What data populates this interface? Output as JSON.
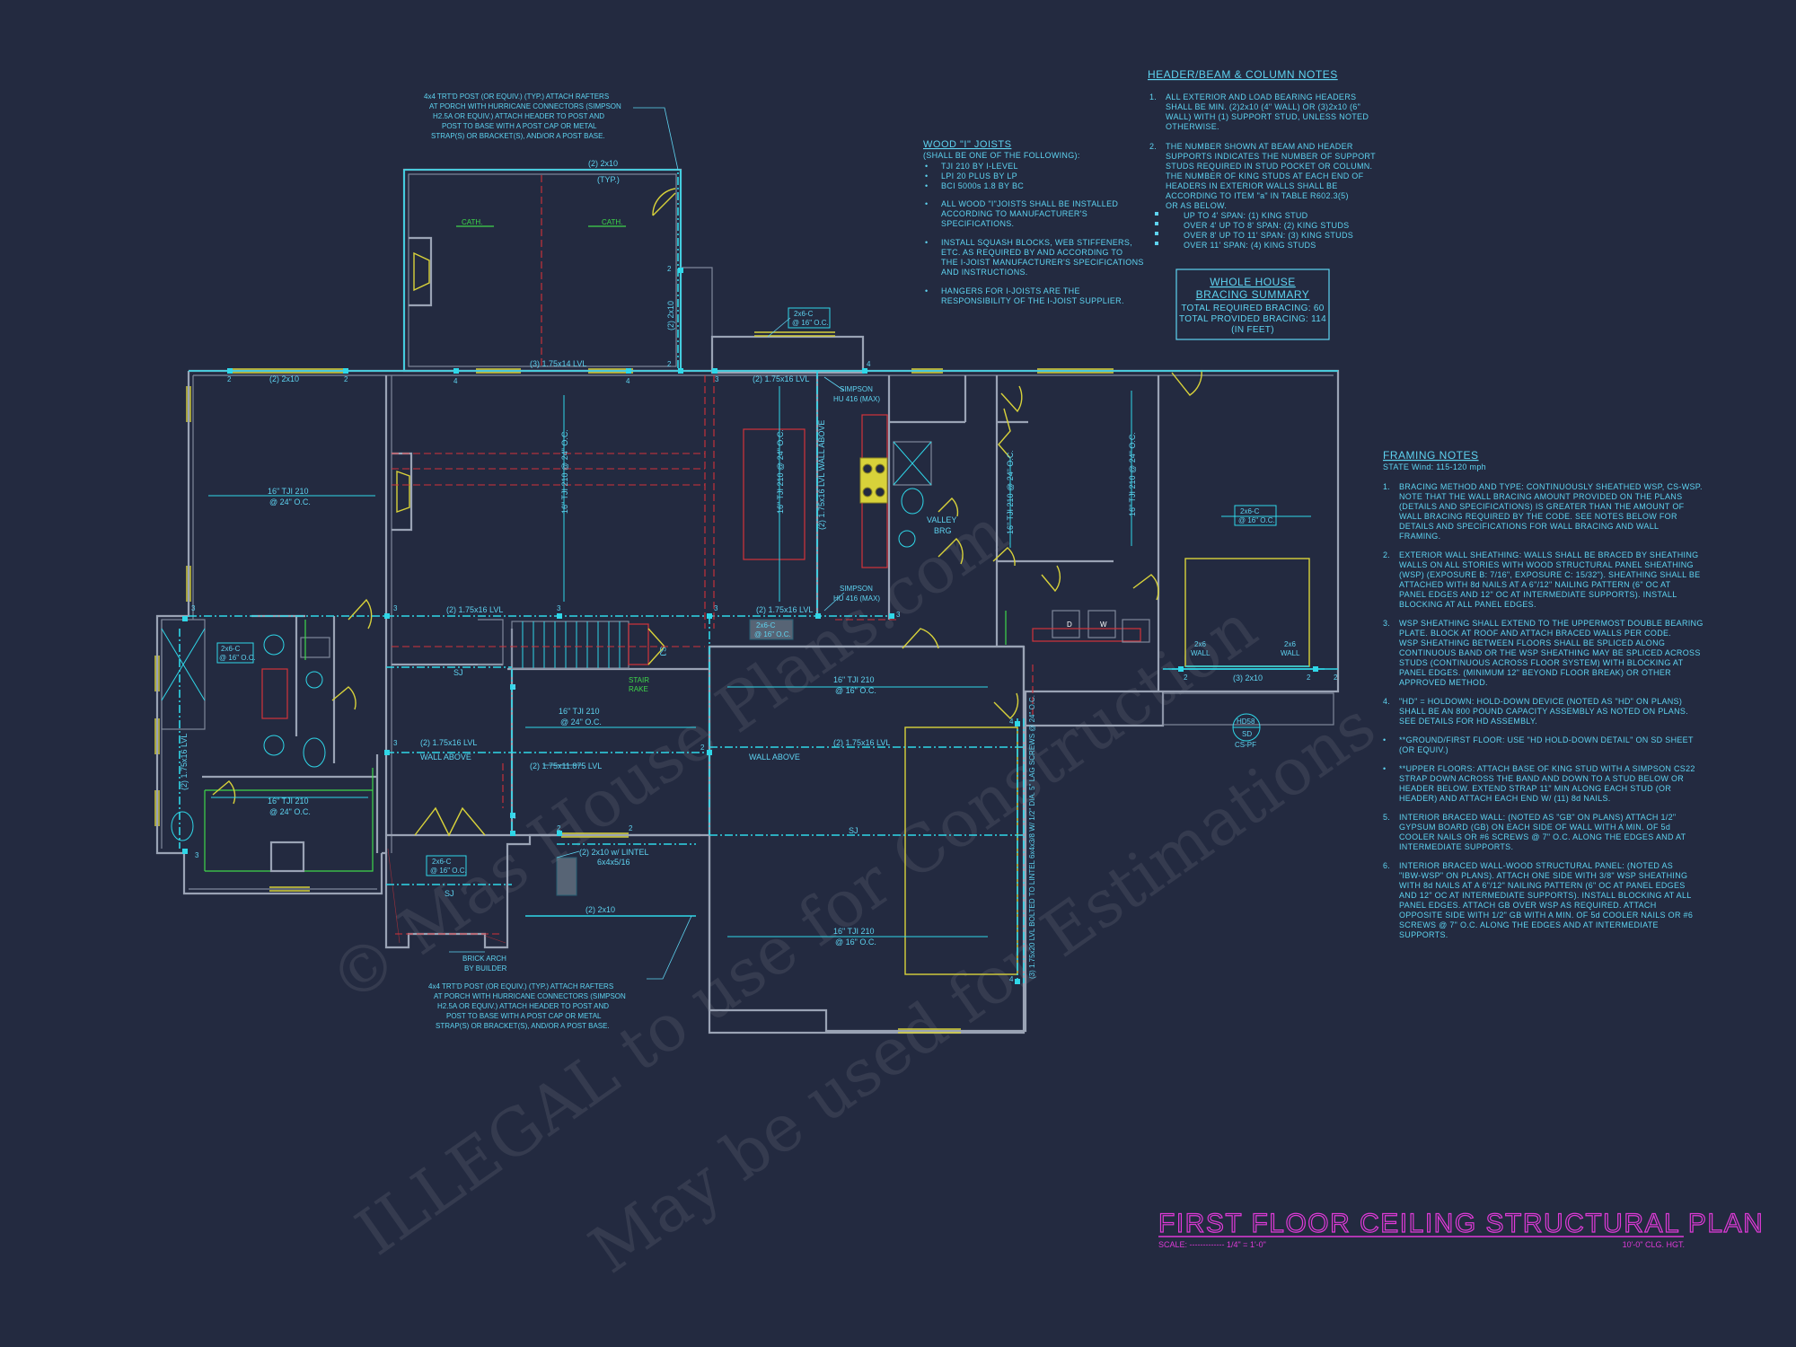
{
  "title_block": {
    "title": "FIRST FLOOR CEILING STRUCTURAL PLAN",
    "scale_label": "SCALE: ------------- 1/4\" = 1'-0\"",
    "ceiling_height": "10'-0\" CLG. HGT."
  },
  "watermark": {
    "line1": "© Mas House Plans.com",
    "line2": "ILLEGAL to use for Construction",
    "line3": "May be used for Estimations"
  },
  "header_notes": {
    "heading": "HEADER/BEAM & COLUMN NOTES",
    "items": [
      {
        "num": "1.",
        "lines": [
          "ALL EXTERIOR AND LOAD BEARING HEADERS",
          "SHALL BE MIN. (2)2x10 (4\" WALL) OR (3)2x10 (6\"",
          "WALL) WITH (1) SUPPORT STUD, UNLESS NOTED",
          "OTHERWISE."
        ]
      },
      {
        "num": "2.",
        "lines": [
          "THE NUMBER SHOWN AT BEAM AND HEADER",
          "SUPPORTS INDICATES THE NUMBER OF SUPPORT",
          "STUDS REQUIRED IN STUD POCKET OR COLUMN.",
          "THE NUMBER OF KING STUDS AT EACH END OF",
          "HEADERS IN EXTERIOR WALLS SHALL BE",
          "ACCORDING TO ITEM \"a\" IN TABLE R602.3(5)",
          "OR AS BELOW."
        ]
      }
    ],
    "bullets": [
      "UP TO 4' SPAN: (1) KING STUD",
      "OVER 4' UP TO 8' SPAN: (2) KING STUDS",
      "OVER 8' UP TO 11' SPAN: (3) KING STUDS",
      "OVER 11' SPAN: (4) KING STUDS"
    ]
  },
  "bracing_summary": {
    "heading1": "WHOLE HOUSE",
    "heading2": "BRACING SUMMARY",
    "line1": "TOTAL REQUIRED BRACING: 60",
    "line2": "TOTAL PROVIDED BRACING: 114",
    "line3": "(IN FEET)"
  },
  "joist_notes": {
    "heading": "WOOD \"I\" JOISTS",
    "sub": "(SHALL BE ONE OF THE FOLLOWING):",
    "options": [
      "TJI 210 BY I-LEVEL",
      "LPI 20 PLUS BY LP",
      "BCI 5000s 1.8 BY BC"
    ],
    "items": [
      [
        "ALL WOOD \"I\"JOISTS SHALL BE INSTALLED",
        "ACCORDING TO MANUFACTURER'S",
        "SPECIFICATIONS."
      ],
      [
        "INSTALL SQUASH BLOCKS, WEB STIFFENERS,",
        "ETC. AS REQUIRED BY AND ACCORDING TO",
        "THE I-JOIST MANUFACTURER'S SPECIFICATIONS",
        "AND INSTRUCTIONS."
      ],
      [
        "HANGERS FOR I-JOISTS ARE THE",
        "RESPONSIBILITY OF THE I-JOIST SUPPLIER."
      ]
    ]
  },
  "framing_notes": {
    "heading": "FRAMING NOTES",
    "sub": "STATE Wind: 115-120 mph",
    "items": [
      {
        "num": "1.",
        "lines": [
          "BRACING METHOD AND TYPE: CONTINUOUSLY SHEATHED WSP, CS-WSP.",
          "NOTE THAT THE WALL BRACING AMOUNT PROVIDED ON THE PLANS",
          "(DETAILS AND SPECIFICATIONS) IS GREATER THAN THE AMOUNT OF",
          "WALL BRACING REQUIRED BY THE CODE. SEE NOTES BELOW FOR",
          "DETAILS AND SPECIFICATIONS FOR WALL BRACING AND WALL",
          "FRAMING."
        ]
      },
      {
        "num": "2.",
        "lines": [
          "EXTERIOR WALL SHEATHING: WALLS SHALL BE BRACED BY SHEATHING",
          "WALLS ON ALL STORIES WITH WOOD STRUCTURAL PANEL SHEATHING",
          "(WSP) (EXPOSURE B: 7/16\", EXPOSURE C: 15/32\"). SHEATHING SHALL BE",
          "ATTACHED WITH 8d NAILS AT A 6\"/12\" NAILING PATTERN (6\" OC AT",
          "PANEL EDGES AND 12\" OC AT INTERMEDIATE SUPPORTS). INSTALL",
          "BLOCKING AT ALL PANEL EDGES."
        ]
      },
      {
        "num": "3.",
        "lines": [
          "WSP SHEATHING SHALL EXTEND TO THE UPPERMOST DOUBLE BEARING",
          "PLATE. BLOCK AT ROOF AND ATTACH BRACED WALLS PER CODE.",
          "WSP SHEATHING BETWEEN FLOORS SHALL BE SPLICED ALONG",
          "CONTINUOUS BAND OR THE WSP SHEATHING MAY BE SPLICED ACROSS",
          "STUDS (CONTINUOUS ACROSS FLOOR SYSTEM) WITH BLOCKING AT",
          "PANEL EDGES. (MINIMUM 12\" BEYOND FLOOR BREAK) OR OTHER",
          "APPROVED METHOD."
        ]
      },
      {
        "num": "4.",
        "lines": [
          "\"HD\" = HOLDOWN: HOLD-DOWN DEVICE (NOTED AS \"HD\" ON PLANS)",
          "SHALL BE AN 800 POUND CAPACITY ASSEMBLY AS NOTED ON PLANS.",
          "SEE DETAILS FOR HD ASSEMBLY."
        ]
      },
      {
        "num": "•",
        "lines": [
          "**GROUND/FIRST FLOOR: USE \"HD HOLD-DOWN DETAIL\" ON SD SHEET",
          "(OR EQUIV.)"
        ]
      },
      {
        "num": "•",
        "lines": [
          "**UPPER FLOORS: ATTACH BASE OF KING STUD WITH A SIMPSON CS22",
          "STRAP DOWN ACROSS THE BAND AND DOWN TO A STUD BELOW OR",
          "HEADER BELOW. EXTEND STRAP 11\" MIN ALONG EACH STUD (OR",
          "HEADER) AND ATTACH EACH END W/ (11) 8d NAILS."
        ]
      },
      {
        "num": "5.",
        "lines": [
          "INTERIOR BRACED WALL: (NOTED AS \"GB\" ON PLANS) ATTACH 1/2\"",
          "GYPSUM BOARD (GB) ON EACH SIDE OF WALL WITH A MIN. OF 5d",
          "COOLER NAILS OR #6 SCREWS @ 7\" O.C. ALONG THE EDGES AND AT",
          "INTERMEDIATE SUPPORTS."
        ]
      },
      {
        "num": "6.",
        "lines": [
          "INTERIOR BRACED WALL-WOOD STRUCTURAL PANEL: (NOTED AS",
          "\"IBW-WSP\" ON PLANS). ATTACH ONE SIDE WITH 3/8\" WSP SHEATHING",
          "WITH 8d NAILS AT A 6\"/12\" NAILING PATTERN (6\" OC AT PANEL EDGES",
          "AND 12\" OC AT INTERMEDIATE SUPPORTS). INSTALL BLOCKING AT ALL",
          "PANEL EDGES. ATTACH GB OVER WSP AS REQUIRED. ATTACH",
          "OPPOSITE SIDE WITH 1/2\" GB WITH A MIN. OF 5d COOLER NAILS OR #6",
          "SCREWS @ 7\" O.C. ALONG THE EDGES AND AT INTERMEDIATE",
          "SUPPORTS."
        ]
      }
    ]
  },
  "porch_notes": {
    "top": [
      "4x4 TRT'D POST (OR EQUIV.) (TYP.) ATTACH RAFTERS",
      "AT PORCH WITH HURRICANE CONNECTORS (SIMPSON",
      "H2.5A OR EQUIV.) ATTACH HEADER TO POST AND",
      "POST TO BASE WITH A POST CAP OR METAL",
      "STRAP(S) OR BRACKET(S), AND/OR A POST BASE."
    ],
    "bottom": [
      "4x4 TRT'D POST (OR EQUIV.) (TYP.) ATTACH RAFTERS",
      "AT PORCH WITH HURRICANE CONNECTORS (SIMPSON",
      "H2.5A OR EQUIV.) ATTACH HEADER TO POST AND",
      "POST TO BASE WITH A POST CAP OR METAL",
      "STRAP(S) OR BRACKET(S), AND/OR A POST BASE."
    ],
    "brick": [
      "BRICK ARCH",
      "BY BUILDER"
    ]
  },
  "plan_labels": {
    "two_2x10_typ": "(2) 2x10",
    "typ": "(TYP.)",
    "cath1": "CATH.",
    "cath2": "CATH.",
    "porch_2x10_v": "(2) 2x10",
    "lvl_3_14": "(3) 1.75x14 LVL",
    "hdr_2_2x10": "(2) 2x10",
    "lvl_2_16_top": "(2) 1.75x16 LVL",
    "simpson_top_1": "SIMPSON",
    "simpson_top_2": "HU 416 (MAX)",
    "simpson_bot_1": "SIMPSON",
    "simpson_bot_2": "HU 416 (MAX)",
    "tji_left": "16\" TJI 210",
    "tji_left_oc": "@ 24\" O.C.",
    "tji_great_v": "16\" TJI 210 @ 24\" O.C.",
    "tji_kitchen_v": "16\" TJI 210 @ 24\" O.C.",
    "lvl_wall_above_v": "(2) 1.75x16 LVL WALL ABOVE",
    "valley": "VALLEY",
    "brg": "BRG",
    "tji_hall_v": "16\" TJI 210 @ 24\" O.C.",
    "tji_bed_v": "16\" TJI 210 @ 24\" O.C.",
    "lvl_2_16_mid1": "(2) 1.75x16 LVL",
    "lvl_2_16_mid2": "(2) 1.75x16 LVL",
    "sj1": "SJ",
    "sj2": "SJ",
    "sj3": "SJ",
    "sj4": "SJ",
    "stair_rake1": "STAIR",
    "stair_rake2": "RAKE",
    "tji_center": "16\" TJI 210",
    "tji_center_oc": "@ 24\" O.C.",
    "tji_garage_top": "16\" TJI 210",
    "tji_garage_top_oc": "@ 16\" O.C.",
    "tji_garage_bot": "16\" TJI 210",
    "tji_garage_bot_oc": "@ 16\" O.C.",
    "lvl_wall_above_left": "(2) 1.75x16 LVL",
    "wall_above_left": "WALL ABOVE",
    "lvl_11875": "(2) 1.75x11.875 LVL",
    "lvl_wall_above_right": "(2) 1.75x16 LVL",
    "wall_above_right": "WALL ABOVE",
    "tji_bath": "16\" TJI 210",
    "tji_bath_oc": "@ 24\" O.C.",
    "lvl_bath_v": "(2) 1.75x16 LVL",
    "hdr_lintel1": "(2) 2x10 w/ LINTEL",
    "hdr_lintel2": "6x4x5/16",
    "hdr_porch_2x10": "(2) 2x10",
    "garage_lvl_v": "(3) 1.75x20 LVL BOLTED TO LINTEL 6x4x3/8 W/ 1/2\" DIA. 5\" LAG SCREWS @ 24\" O.C.",
    "wall_2x6_left1": "2x6",
    "wall_2x6_left2": "WALL",
    "wall_2x6_right1": "2x6",
    "wall_2x6_right2": "WALL",
    "hdr_3_2x10": "(3) 2x10",
    "hd_tag1": "HD58",
    "hd_tag2": "SD",
    "cs_pf": "CS-PF",
    "wd": "W",
    "dd": "D",
    "tag_2x6": "2x6-C",
    "tag_oc": "@ 16\" O.C.",
    "n2": "2",
    "n3": "3",
    "n4": "4"
  }
}
